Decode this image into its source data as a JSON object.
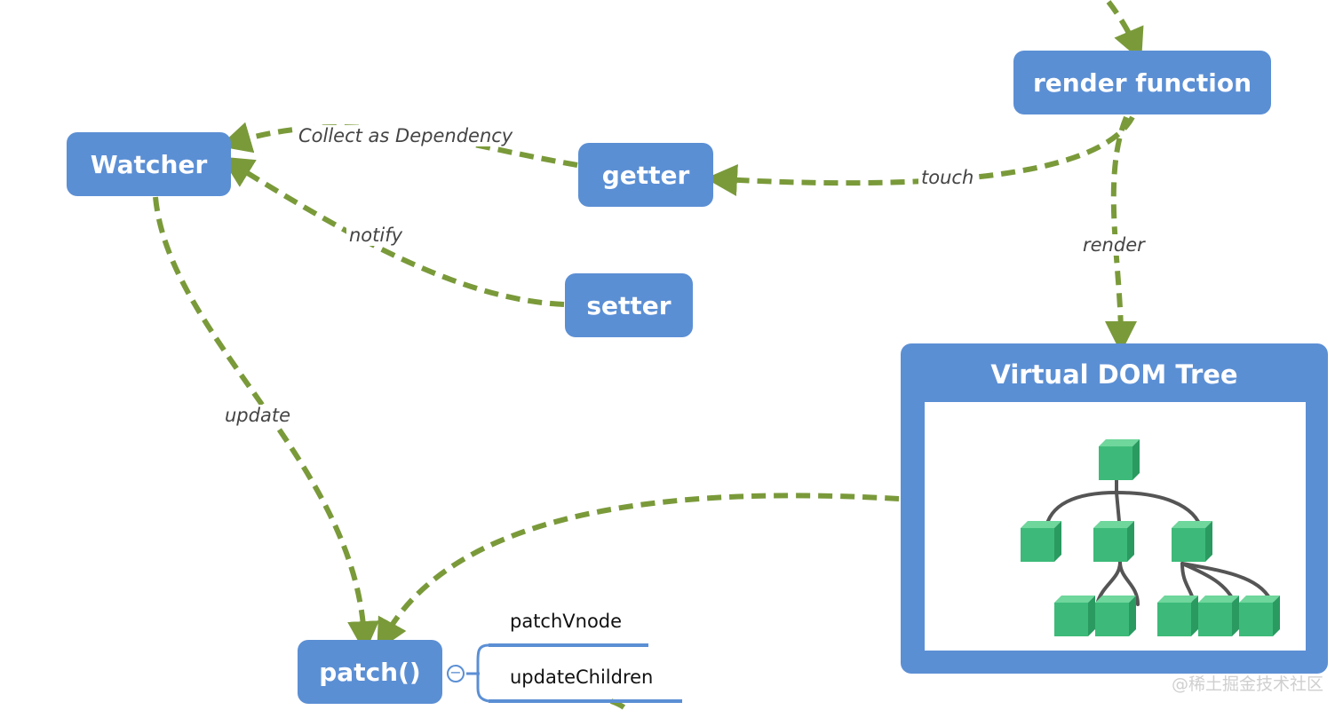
{
  "nodes": {
    "render_function": "render function",
    "watcher": "Watcher",
    "getter": "getter",
    "setter": "setter",
    "patch": "patch()"
  },
  "edge_labels": {
    "collect": "Collect as Dependency",
    "touch": "touch",
    "notify": "notify",
    "render": "render",
    "update": "update"
  },
  "virtual_dom": {
    "title": "Virtual DOM Tree"
  },
  "patch_children": [
    "patchVnode",
    "updateChildren"
  ],
  "collapse_symbol": "−",
  "watermark": "@稀土掘金技术社区",
  "colors": {
    "node_fill": "#5b8fd4",
    "arrow": "#7a9a3a",
    "tree_cube": "#3dba79",
    "tree_line": "#555555"
  }
}
